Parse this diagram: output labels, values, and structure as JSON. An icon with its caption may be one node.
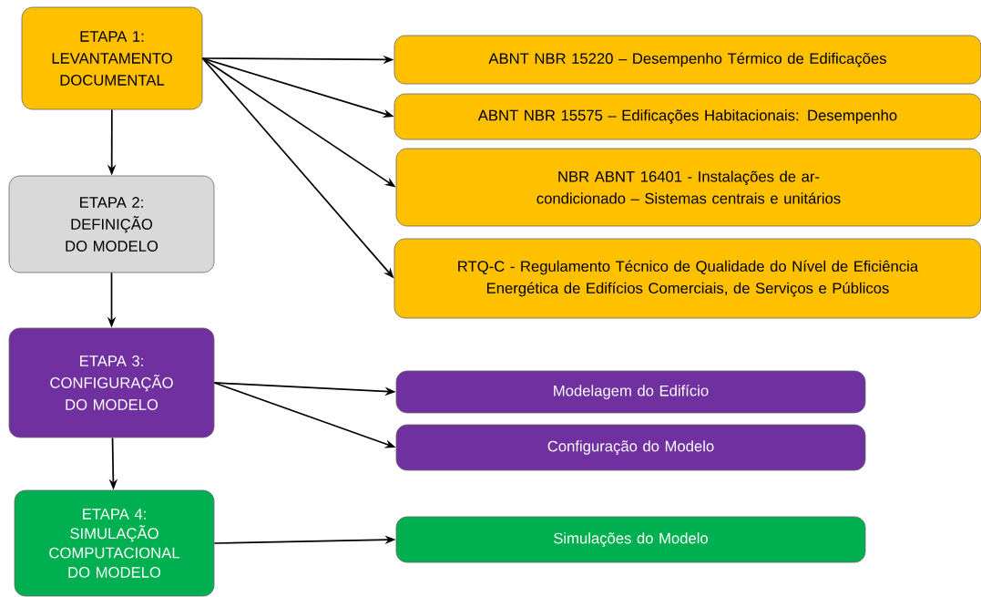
{
  "diagram": {
    "nodes": [
      {
        "text": [
          "ETAPA 1:",
          "LEVANTAMENTO DOCUMENTAL"
        ]
      },
      {
        "text": [
          "ETAPA 2:",
          "DEFINIÇÃO DO MODELO"
        ]
      },
      {
        "text": [
          "ETAPA 3:",
          "CONFIGURAÇÃO DO MODELO"
        ]
      },
      {
        "text": [
          "ETAPA 4:",
          "SIMULAÇÃO COMPUTACIONAL DO MODELO"
        ]
      },
      {
        "text": [
          "ABNT NBR 15220 – Desempenho Térmico de Edificações"
        ]
      },
      {
        "text": [
          "ABNT NBR 15575 – Edificações Habitacionais: Desempenho"
        ]
      },
      {
        "text": [
          "NBR ABNT 16401 - Instalações de ar-condicionado – Sistemas centrais e unitários"
        ]
      },
      {
        "text": [
          "RTQ-C - Regulamento Técnico de Qualidade do Nível de Eficiência Energética de Edifícios Comerciais, de Serviços e Públicos"
        ]
      },
      {
        "text": [
          "Modelagem do Edifício"
        ]
      },
      {
        "text": [
          "Configuração do Modelo"
        ]
      },
      {
        "text": [
          "Simulações do Modelo"
        ]
      }
    ],
    "edges": [
      {
        "from": 0,
        "to": 1,
        "arrow": "to"
      },
      {
        "from": 1,
        "to": 2,
        "arrow": "to"
      },
      {
        "from": 2,
        "to": 3,
        "arrow": "to"
      },
      {
        "from": 0,
        "to": 4,
        "arrow": "to"
      },
      {
        "from": 0,
        "to": 5,
        "arrow": "to"
      },
      {
        "from": 0,
        "to": 6,
        "arrow": "to"
      },
      {
        "from": 0,
        "to": 7,
        "arrow": "to"
      },
      {
        "from": 2,
        "to": 8,
        "arrow": "to"
      },
      {
        "from": 2,
        "to": 9,
        "arrow": "to"
      },
      {
        "from": 3,
        "to": 10,
        "arrow": "to"
      }
    ]
  }
}
